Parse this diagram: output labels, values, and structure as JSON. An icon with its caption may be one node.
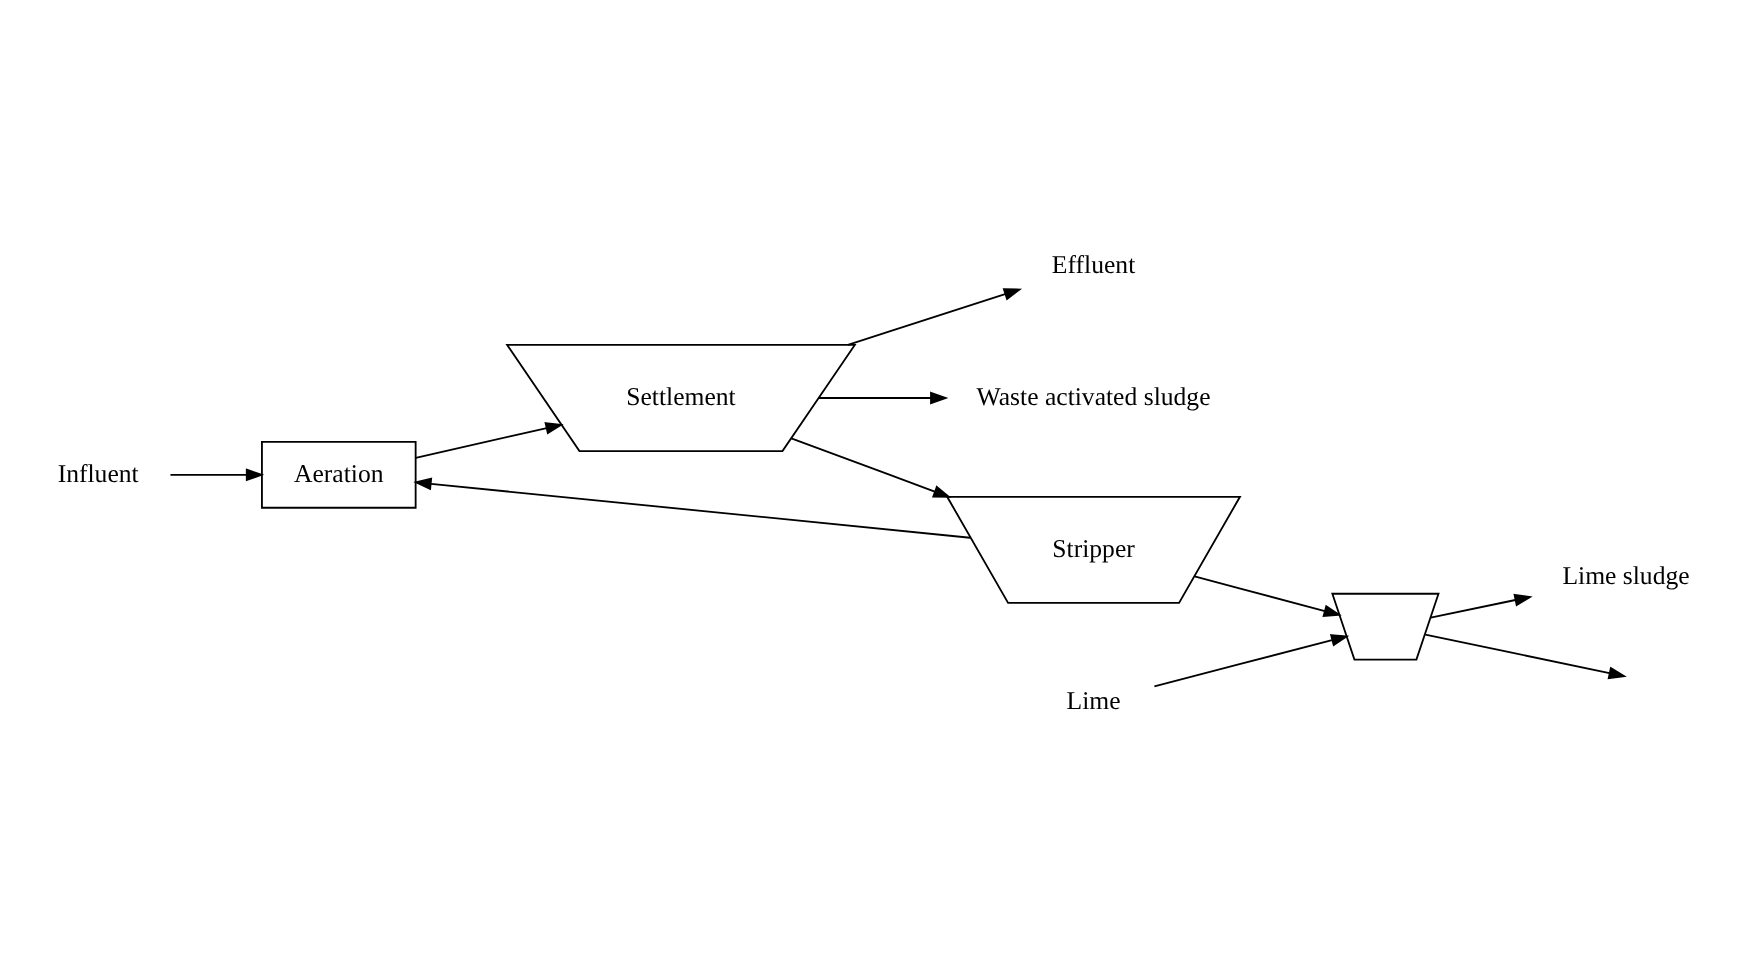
{
  "diagram": {
    "nodes": [
      {
        "text": [
          "Influent"
        ]
      },
      {
        "text": [
          "Aeration"
        ]
      },
      {
        "text": [
          "Settlement"
        ]
      },
      {
        "text": [
          "Effluent"
        ]
      },
      {
        "text": [
          "Waste activated sludge"
        ]
      },
      {
        "text": [
          "Lime"
        ]
      },
      {
        "text": [
          "Stripper"
        ]
      },
      {
        "text": [],
        "shape": "box"
      },
      {
        "text": [
          "Lime sludge"
        ]
      }
    ],
    "edges": [
      {
        "from": 0,
        "to": 1,
        "arrow": "to"
      },
      {
        "from": 1,
        "to": 2,
        "arrow": "to"
      },
      {
        "from": 2,
        "to": 3,
        "arrow": "to"
      },
      {
        "from": 2,
        "to": 4,
        "arrow": "to"
      },
      {
        "from": 2,
        "to": 6,
        "arrow": "to"
      },
      {
        "from": 6,
        "to": 7,
        "arrow": "to"
      },
      {
        "from": 5,
        "to": 7,
        "arrow": "to"
      },
      {
        "from": 7,
        "to": 8,
        "arrow": "to"
      },
      {
        "from": 7,
        "to": null,
        "arrow": "to"
      },
      {
        "from": 6,
        "to": 1,
        "arrow": "to"
      }
    ]
  }
}
